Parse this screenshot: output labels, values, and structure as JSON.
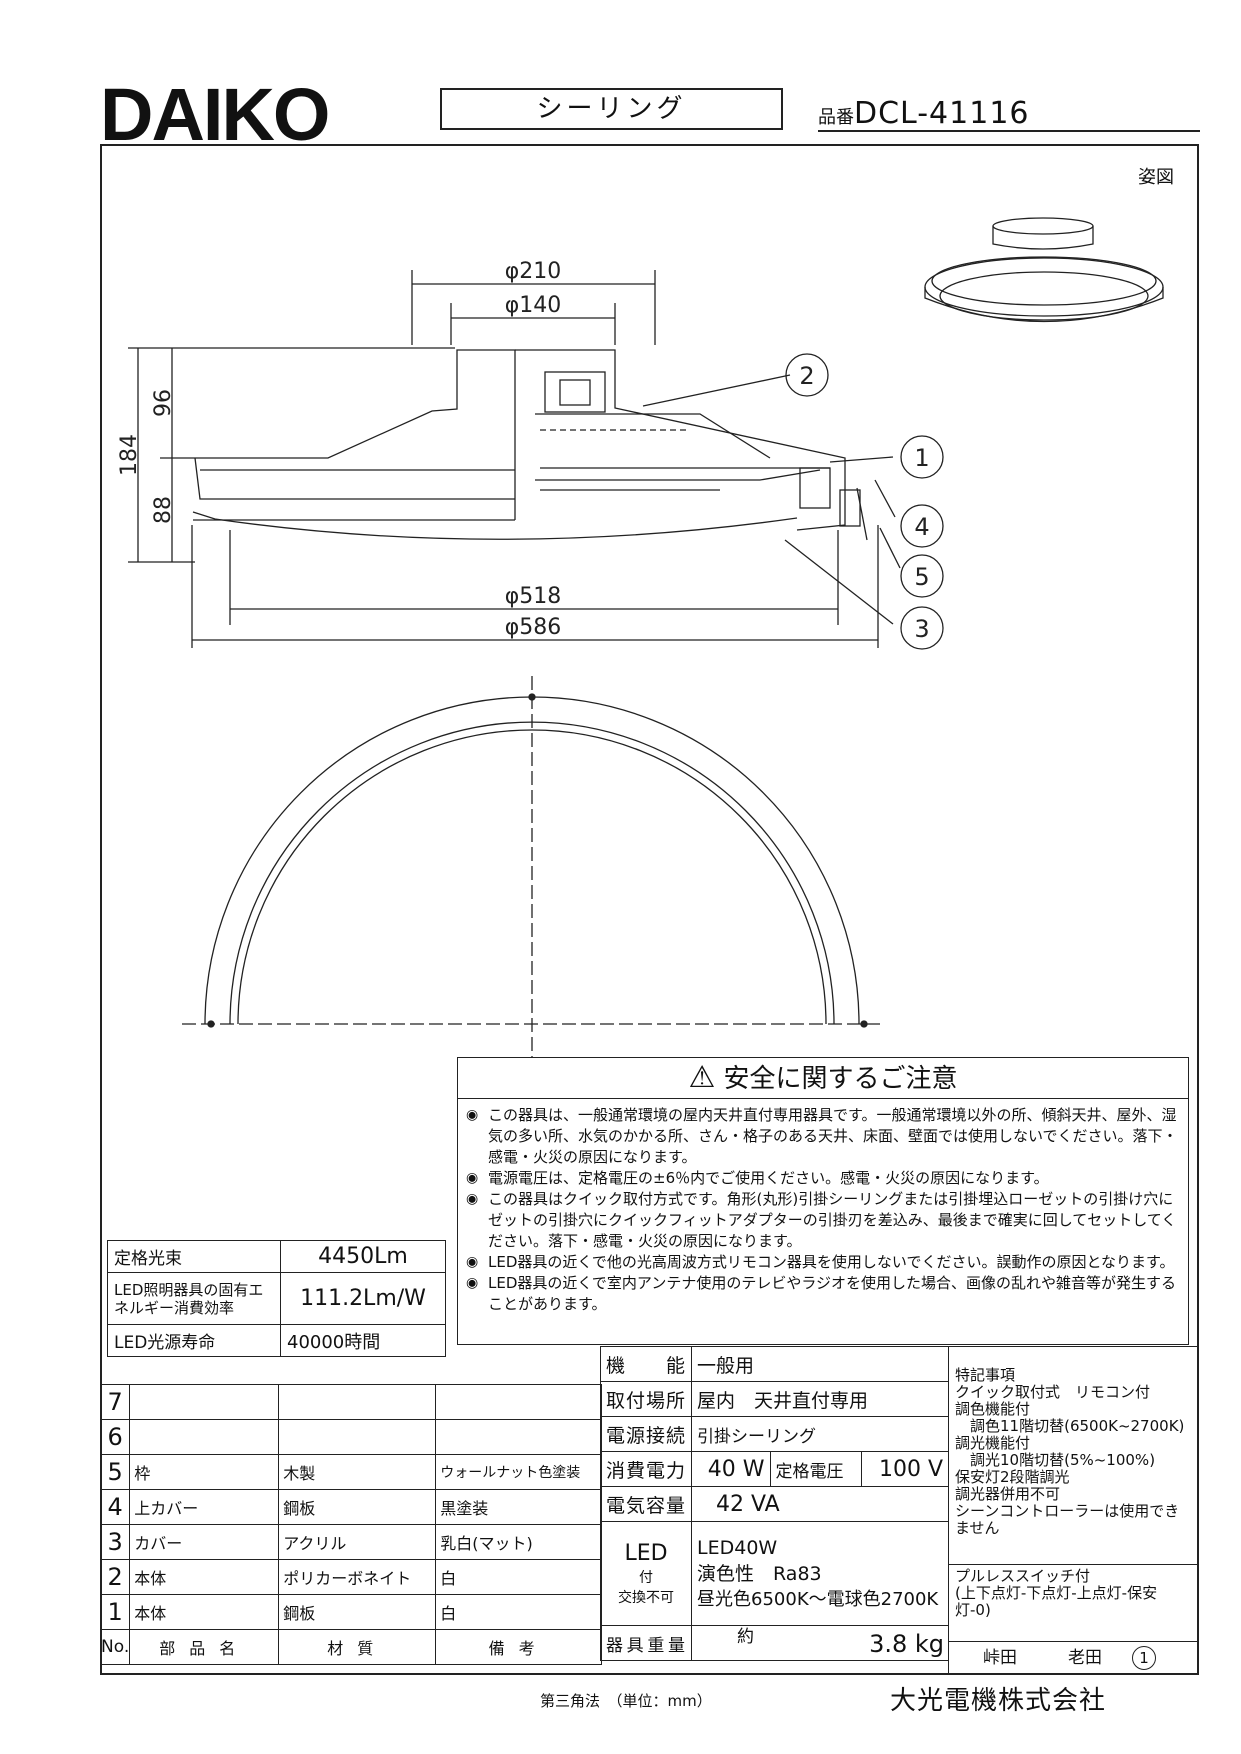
{
  "header": {
    "logo": "DAIKO",
    "title": "シーリング",
    "part_label": "品番",
    "part_no": "DCL-41116"
  },
  "drawing": {
    "view_label": "姿図",
    "dims": {
      "d210": "φ210",
      "d140": "φ140",
      "d518": "φ518",
      "d586": "φ586",
      "h184": "184",
      "h96": "96",
      "h88": "88"
    },
    "callouts": [
      "1",
      "2",
      "3",
      "4",
      "5"
    ]
  },
  "safety": {
    "title": "安全に関するご注意",
    "items": [
      "この器具は、一般通常環境の屋内天井直付専用器具です。一般通常環境以外の所、傾斜天井、屋外、湿気の多い所、水気のかかる所、さん・格子のある天井、床面、壁面では使用しないでください。落下・感電・火災の原因になります。",
      "電源電圧は、定格電圧の±6％内でご使用ください。感電・火災の原因になります。",
      "この器具はクイック取付方式です。角形(丸形)引掛シーリングまたは引掛埋込ローゼットの引掛け穴にゼットの引掛穴にクイックフィットアダプターの引掛刃を差込み、最後まで確実に回してセットしてください。落下・感電・火災の原因になります。",
      "LED器具の近くで他の光高周波方式リモコン器具を使用しないでください。誤動作の原因となります。",
      "LED器具の近くで室内アンテナ使用のテレビやラジオを使用した場合、画像の乱れや雑音等が発生することがあります。"
    ]
  },
  "spec": {
    "rows": [
      {
        "label": "定格光束",
        "value": "4450Lm"
      },
      {
        "label": "LED照明器具の固有エネルギー消費効率",
        "value": "111.2Lm/W"
      },
      {
        "label": "LED光源寿命",
        "value": "40000時間"
      }
    ]
  },
  "parts": {
    "header": {
      "no": "No.",
      "name": "部品名",
      "material": "材質",
      "note": "備考"
    },
    "rows": [
      {
        "no": "7",
        "name": "",
        "material": "",
        "note": ""
      },
      {
        "no": "6",
        "name": "",
        "material": "",
        "note": ""
      },
      {
        "no": "5",
        "name": "枠",
        "material": "木製",
        "note": "ウォールナット色塗装"
      },
      {
        "no": "4",
        "name": "上カバー",
        "material": "鋼板",
        "note": "黒塗装"
      },
      {
        "no": "3",
        "name": "カバー",
        "material": "アクリル",
        "note": "乳白(マット)"
      },
      {
        "no": "2",
        "name": "本体",
        "material": "ポリカーボネイト",
        "note": "白"
      },
      {
        "no": "1",
        "name": "本体",
        "material": "鋼板",
        "note": "白"
      }
    ]
  },
  "props": {
    "function_label": "機能",
    "function": "一般用",
    "mount_label": "取付場所",
    "mount": "屋内　天井直付専用",
    "power_conn_label": "電源接続",
    "power_conn": "引掛シーリング",
    "consumption_label": "消費電力",
    "consumption": "40 W",
    "rated_voltage_label": "定格電圧",
    "rated_voltage": "100 V",
    "capacity_label": "電気容量",
    "capacity": "42 VA",
    "led_label": "LED",
    "led_sub1": "付",
    "led_sub2": "交換不可",
    "led_line1": "LED40W",
    "led_line2": "演色性　Ra83",
    "led_line3": "昼光色6500K～電球色2700K",
    "weight_label": "器具重量",
    "weight_prefix": "約",
    "weight": "3.8 kg"
  },
  "notes": {
    "text": "特記事項\nクイック取付式　リモコン付\n調色機能付\n　調色11階切替(6500K~2700K)\n調光機能付\n　調光10階切替(5%~100%)\n保安灯2段階調光\n調光器併用不可\nシーンコントローラーは使用できません",
    "switch": "プルレススイッチ付\n(上下点灯-下点灯-上点灯-保安灯-0)"
  },
  "sign": {
    "names": "峠田　　　老田",
    "rev": "1"
  },
  "footer": {
    "projection": "第三角法　（単位：mm）",
    "company": "大光電機株式会社"
  }
}
